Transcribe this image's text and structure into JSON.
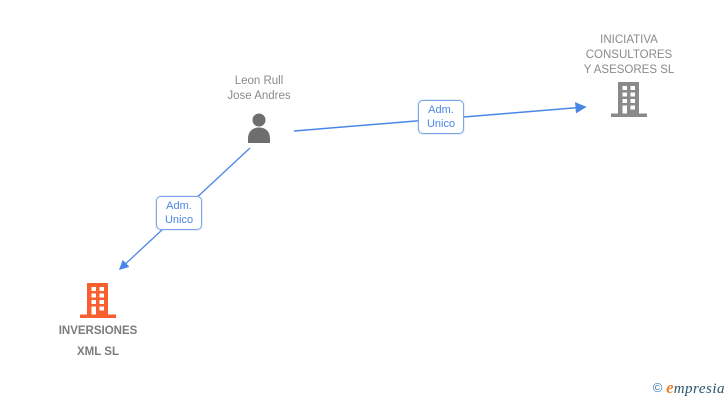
{
  "diagram": {
    "person": {
      "label_line1": "Leon Rull",
      "label_line2": "Jose Andres",
      "icon": "person-silhouette-icon"
    },
    "companies": [
      {
        "id": "iniciativa",
        "label_line1": "INICIATIVA",
        "label_line2": "CONSULTORES",
        "label_line3": "Y ASESORES SL",
        "icon": "building-icon",
        "icon_color": "#8a8a8a"
      },
      {
        "id": "inversiones",
        "label_line1": "INVERSIONES",
        "label_line2": "XML SL",
        "icon": "building-icon",
        "icon_color": "#f85f2e"
      }
    ],
    "edges": [
      {
        "from": "person",
        "to": "iniciativa",
        "direction": "arrow-points-to-company",
        "label_line1": "Adm.",
        "label_line2": "Unico"
      },
      {
        "from": "person",
        "to": "inversiones",
        "direction": "arrow-points-to-company",
        "label_line1": "Adm.",
        "label_line2": "Unico"
      }
    ]
  },
  "watermark": {
    "copyright_symbol": "©",
    "brand_initial": "e",
    "brand_rest": "mpresia"
  },
  "colors": {
    "edge_blue": "#4a86e8",
    "edge_label_border": "#7aa5ea",
    "edge_label_text": "#4a86e8",
    "gray_text": "#8a8a8a",
    "person_gray": "#6e6e6e",
    "building_gray": "#8a8a8a",
    "building_orange": "#f85f2e",
    "logo_orange": "#e8832c",
    "logo_teal": "#29546b",
    "logo_copyright_blue": "#4179ad"
  }
}
